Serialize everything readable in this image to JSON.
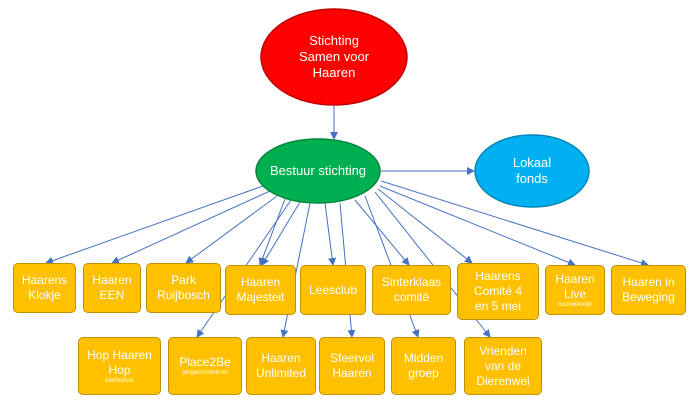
{
  "colors": {
    "root_fill": "#ff0000",
    "root_stroke": "#c00000",
    "board_fill": "#00b050",
    "board_stroke": "#00863a",
    "fund_fill": "#00b0f0",
    "fund_stroke": "#0085b8",
    "box_fill": "#ffc000",
    "box_stroke": "#bf9000",
    "connector": "#4472c4",
    "text": "#ffffff"
  },
  "root": {
    "label": "Stichting\nSamen voor\nHaaren"
  },
  "board": {
    "label": "Bestuur stichting"
  },
  "fund": {
    "label": "Lokaal\nfonds"
  },
  "row1": [
    {
      "id": "haarens-klokje",
      "label": "Haarens\nKlokje"
    },
    {
      "id": "haaren-een",
      "label": "Haaren\nEEN"
    },
    {
      "id": "park-ruijbosch",
      "label": "Park\nRuijbosch"
    },
    {
      "id": "haaren-majesteit",
      "label": "Haaren\nMajesteit"
    },
    {
      "id": "leesclub",
      "label": "Leesclub"
    },
    {
      "id": "sinterklaas-comite",
      "label": "Sinterklaas\ncomité"
    },
    {
      "id": "haarens-comite",
      "label": "Haarens\nComité 4\nen 5 mei"
    },
    {
      "id": "haaren-live",
      "label": "Haaren\nLive",
      "small": "muziekfestijn"
    },
    {
      "id": "haaren-in-beweging",
      "label": "Haaren in\nBeweging"
    }
  ],
  "row2": [
    {
      "id": "hop-haaren-hop",
      "label": "Hop Haaren\nHop",
      "small": "bierfestival"
    },
    {
      "id": "place2be",
      "label": "Place2Be",
      "small": "jongerencentrum"
    },
    {
      "id": "haaren-unlimited",
      "label": "Haaren\nUnlimited"
    },
    {
      "id": "sfeervol-haaren",
      "label": "Sfeervol\nHaaren"
    },
    {
      "id": "midden-groep",
      "label": "Midden\ngroep"
    },
    {
      "id": "vrienden-dierenwei",
      "label": "Vrienden\nvan de\nDierenwei"
    }
  ]
}
